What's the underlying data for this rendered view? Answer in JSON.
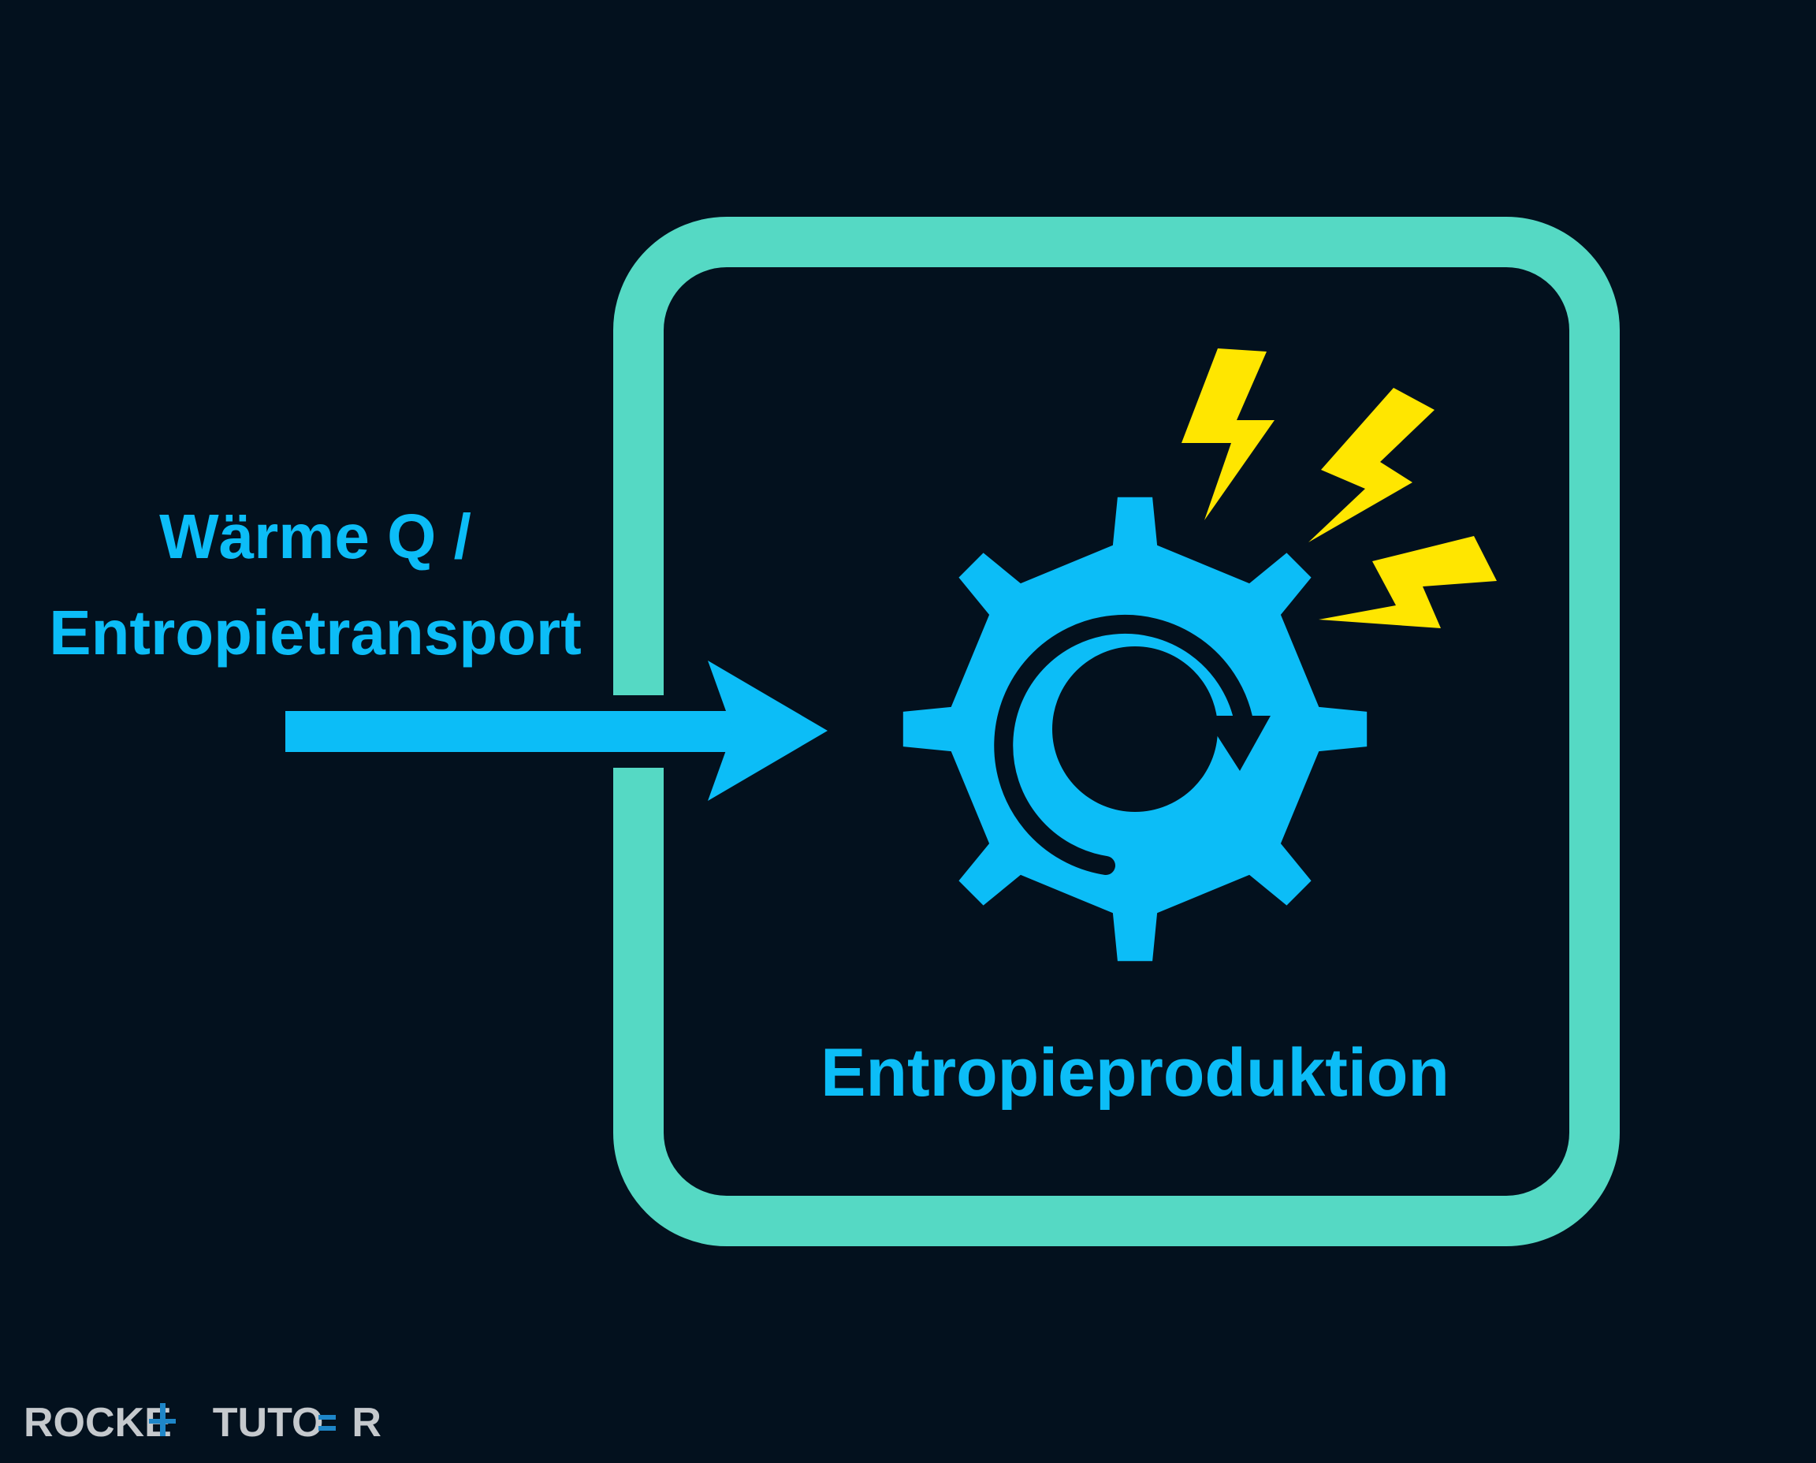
{
  "diagram": {
    "input_label_line1": "Wärme Q /",
    "input_label_line2": "Entropietransport",
    "process_label": "Entropieproduktion"
  },
  "logo": {
    "part1": "ROCKE",
    "part2": "TUTO",
    "part3": "R"
  },
  "icons": {
    "gear": "gear-icon",
    "cycle": "circular-arrow-icon",
    "spark": "lightning-bolt-icon"
  },
  "colors": {
    "background": "#03111e",
    "box_border": "#55d9c4",
    "accent_blue": "#0cbdf7",
    "spark_yellow": "#ffe600",
    "logo_gray": "#c5c9cd"
  }
}
